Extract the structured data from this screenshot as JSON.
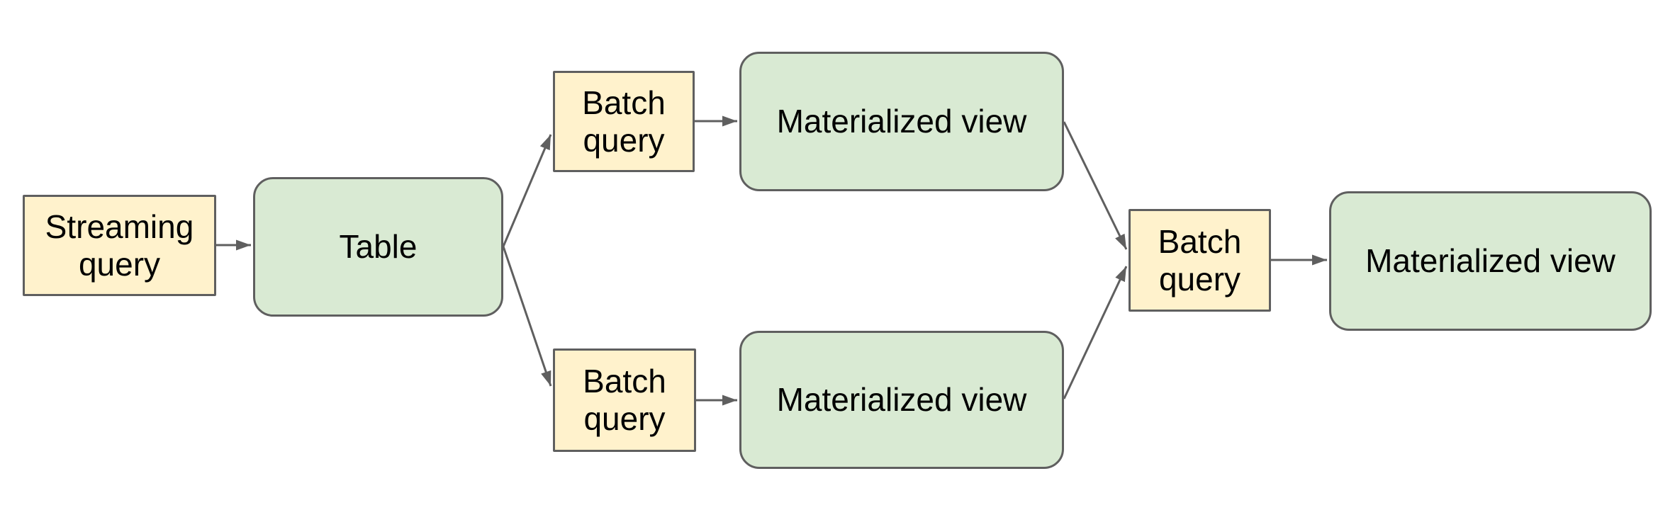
{
  "diagram": {
    "colors": {
      "canvas_bg": "#ffffff",
      "query_fill": "#fff2cc",
      "store_fill": "#d9ead3",
      "node_border": "#5f5f5f",
      "arrow": "#5f5f5f",
      "label_text": "#000000"
    },
    "nodes": [
      {
        "id": "streaming-query",
        "label": "Streaming query",
        "type": "query"
      },
      {
        "id": "table",
        "label": "Table",
        "type": "store"
      },
      {
        "id": "batch-query-top",
        "label": "Batch query",
        "type": "query"
      },
      {
        "id": "materialized-view-top",
        "label": "Materialized view",
        "type": "store"
      },
      {
        "id": "batch-query-bottom",
        "label": "Batch query",
        "type": "query"
      },
      {
        "id": "materialized-view-bottom",
        "label": "Materialized view",
        "type": "store"
      },
      {
        "id": "batch-query-merge",
        "label": "Batch query",
        "type": "query"
      },
      {
        "id": "materialized-view-final",
        "label": "Materialized view",
        "type": "store"
      }
    ],
    "edges": [
      {
        "from": "streaming-query",
        "to": "table"
      },
      {
        "from": "table",
        "to": "batch-query-top"
      },
      {
        "from": "batch-query-top",
        "to": "materialized-view-top"
      },
      {
        "from": "materialized-view-top",
        "to": "batch-query-merge"
      },
      {
        "from": "table",
        "to": "batch-query-bottom"
      },
      {
        "from": "batch-query-bottom",
        "to": "materialized-view-bottom"
      },
      {
        "from": "materialized-view-bottom",
        "to": "batch-query-merge"
      },
      {
        "from": "batch-query-merge",
        "to": "materialized-view-final"
      }
    ]
  }
}
